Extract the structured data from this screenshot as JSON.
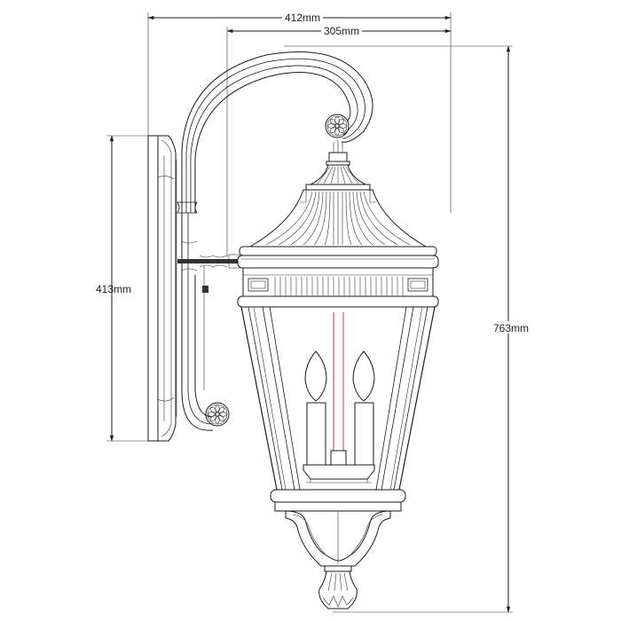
{
  "drawing": {
    "subject": "Outdoor wall lantern – dimension drawing",
    "line_color": "#1a1a1a",
    "accent_color": "#d9302c",
    "background": "#ffffff"
  },
  "dimensions": {
    "overall_width": {
      "label": "412mm",
      "value": 412,
      "unit": "mm"
    },
    "projection": {
      "label": "305mm",
      "value": 305,
      "unit": "mm"
    },
    "backplate_height": {
      "label": "413mm",
      "value": 413,
      "unit": "mm"
    },
    "overall_height": {
      "label": "763mm",
      "value": 763,
      "unit": "mm"
    }
  },
  "parts": {
    "backplate": "wall-backplate",
    "arm": "scroll-arm",
    "rosettes": [
      "top-rosette",
      "bottom-rosette"
    ],
    "roof": "fluted-pagoda-roof",
    "frieze": "fluted-frieze-band",
    "body": "tapered-glass-body",
    "candles": 2,
    "finial": "bottom-finial"
  }
}
